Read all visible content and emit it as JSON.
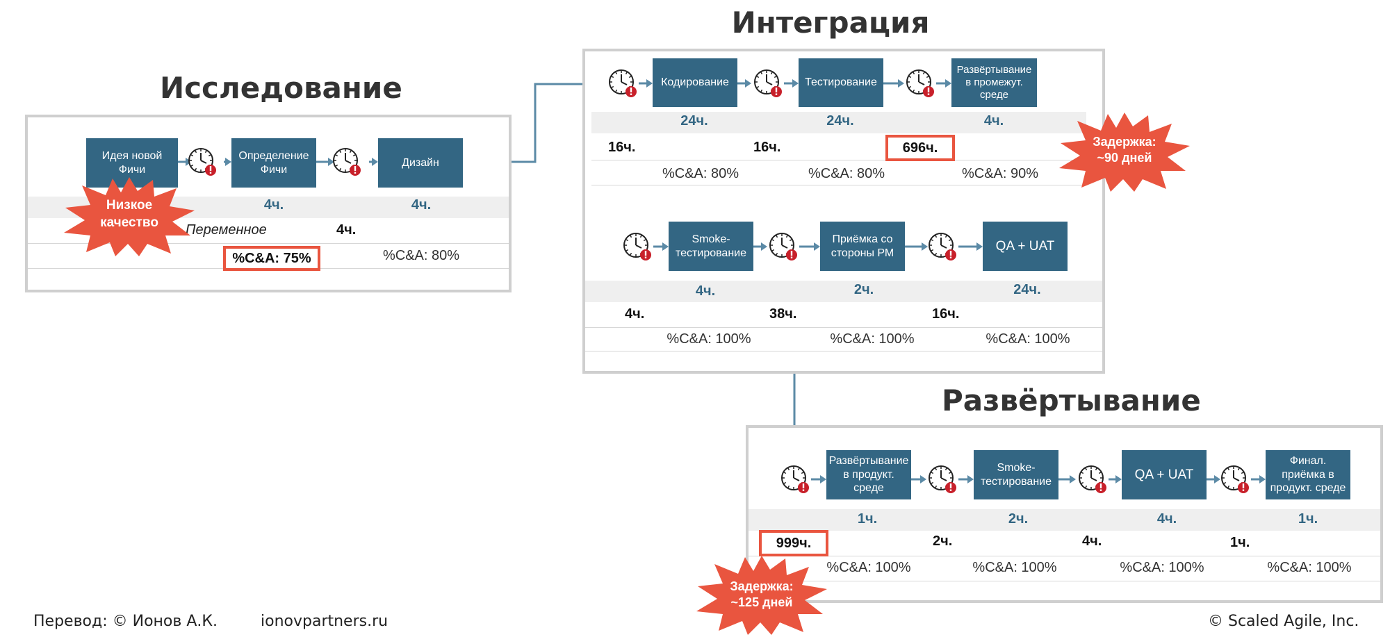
{
  "colors": {
    "box": "#336683",
    "highlight": "#e9553f",
    "time": "#336683",
    "frame": "#cfcfcf"
  },
  "research": {
    "title": "Исследование",
    "steps": [
      "Идея новой\nФичи",
      "Определение\nФичи",
      "Дизайн"
    ],
    "process_times": [
      "4ч.",
      "4ч."
    ],
    "lead_times": [
      "Переменное",
      "4ч."
    ],
    "ca": [
      "%C&A: 75%",
      "%C&A: 80%"
    ],
    "burst": "Низкое\nкачество"
  },
  "integration": {
    "title": "Интеграция",
    "row1_steps": [
      "Кодирование",
      "Тестирование",
      "Развёртывание\nв промежут.\nсреде"
    ],
    "row1_process": [
      "24ч.",
      "24ч.",
      "4ч."
    ],
    "row1_lead": [
      "16ч.",
      "16ч.",
      "696ч."
    ],
    "row1_ca": [
      "%C&A: 80%",
      "%C&A: 80%",
      "%C&A: 90%"
    ],
    "row2_steps": [
      "Smoke-\nтестирование",
      "Приёмка со\nстороны РМ",
      "QA + UAT"
    ],
    "row2_process": [
      "4ч.",
      "2ч.",
      "24ч."
    ],
    "row2_lead": [
      "4ч.",
      "38ч.",
      "16ч."
    ],
    "row2_ca": [
      "%C&A: 100%",
      "%C&A: 100%",
      "%C&A: 100%"
    ],
    "burst": "Задержка:\n~90 дней"
  },
  "deployment": {
    "title": "Развёртывание",
    "steps": [
      "Развёртывание\nв продукт.\nсреде",
      "Smoke-\nтестирование",
      "QA + UAT",
      "Финал.\nприёмка в\nпродукт. среде"
    ],
    "process_times": [
      "1ч.",
      "2ч.",
      "4ч.",
      "1ч."
    ],
    "lead_times": [
      "999ч.",
      "2ч.",
      "4ч.",
      "1ч."
    ],
    "ca": [
      "%C&A: 100%",
      "%C&A: 100%",
      "%C&A: 100%",
      "%C&A: 100%"
    ],
    "burst": "Задержка:\n~125 дней"
  },
  "footer": {
    "translation": "Перевод: © Ионов А.К.",
    "site": "ionovpartners.ru",
    "copyright": "© Scaled Agile,  Inc."
  }
}
